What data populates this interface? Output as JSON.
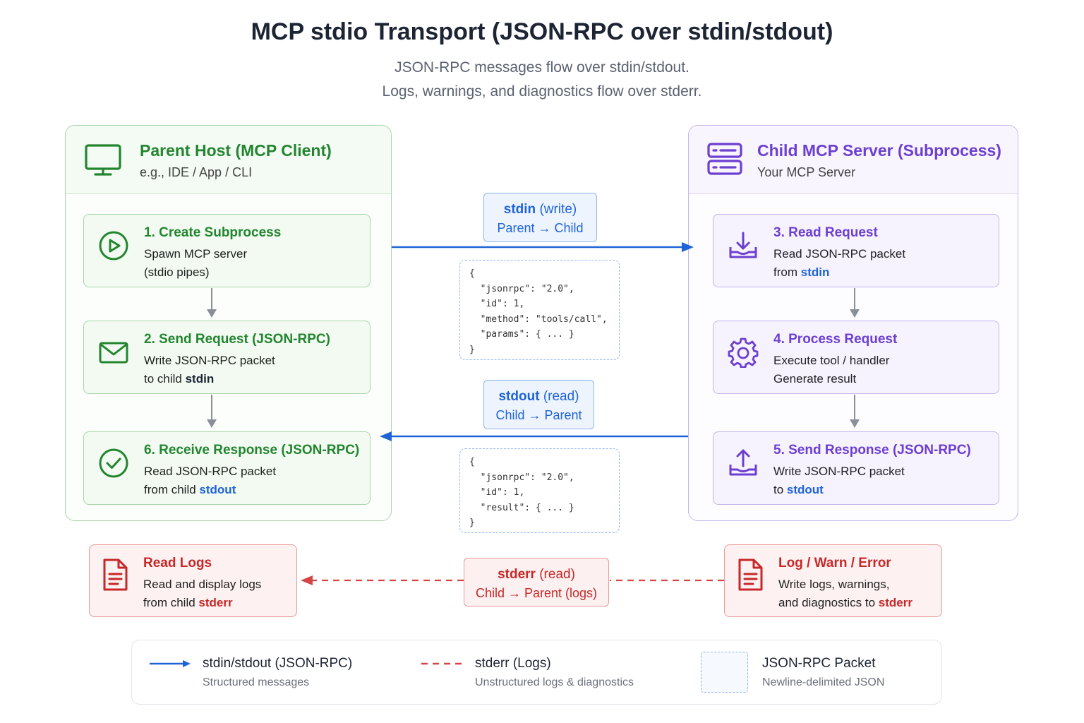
{
  "title": "MCP stdio Transport (JSON-RPC over stdin/stdout)",
  "subtitle": {
    "line1": "JSON-RPC messages flow over stdin/stdout.",
    "line2": "Logs, warnings, and diagnostics flow over stderr."
  },
  "host": {
    "title": "Parent Host (MCP Client)",
    "subtitle": "e.g., IDE / App / CLI",
    "steps": [
      {
        "title": "1. Create Subprocess",
        "line1": "Spawn MCP server",
        "line2": "(stdio pipes)"
      },
      {
        "title": "2. Send Request (JSON-RPC)",
        "line1": "Write JSON-RPC packet",
        "line2_pre": "to child ",
        "line2_hl": "stdin"
      },
      {
        "title": "6. Receive Response (JSON-RPC)",
        "line1": "Read JSON-RPC packet",
        "line2_pre": "from child ",
        "line2_hl": "stdout"
      }
    ]
  },
  "server": {
    "title": "Child MCP Server (Subprocess)",
    "subtitle": "Your MCP Server",
    "steps": [
      {
        "title": "3. Read Request",
        "line1": "Read JSON-RPC packet",
        "line2_pre": "from ",
        "line2_hl": "stdin"
      },
      {
        "title": "4. Process Request",
        "line1": "Execute tool / handler",
        "line2": "Generate result"
      },
      {
        "title": "5. Send Response (JSON-RPC)",
        "line1": "Write JSON-RPC packet",
        "line2_pre": "to ",
        "line2_hl": "stdout"
      }
    ]
  },
  "channels": {
    "stdin": {
      "name": "stdin",
      "mode": "(write)",
      "direction": "Parent → Child"
    },
    "stdout": {
      "name": "stdout",
      "mode": "(read)",
      "direction": "Child → Parent"
    },
    "stderr": {
      "name": "stderr",
      "mode": "(read)",
      "direction": "Child → Parent (logs)"
    }
  },
  "packets": {
    "request": [
      "{",
      "  \"jsonrpc\": \"2.0\",",
      "  \"id\": 1,",
      "  \"method\": \"tools/call\",",
      "  \"params\": { ... }",
      "}"
    ],
    "response": [
      "{",
      "  \"jsonrpc\": \"2.0\",",
      "  \"id\": 1,",
      "  \"result\": { ... }",
      "}"
    ]
  },
  "logs": {
    "read": {
      "title": "Read Logs",
      "line1": "Read and display logs",
      "line2_pre": "from child ",
      "line2_hl": "stderr"
    },
    "write": {
      "title": "Log / Warn / Error",
      "line1": "Write logs, warnings,",
      "line2_pre": "and diagnostics to ",
      "line2_hl": "stderr"
    }
  },
  "legend": {
    "solid": {
      "label": "stdin/stdout (JSON-RPC)",
      "sub": "Structured messages"
    },
    "dashed": {
      "label": "stderr (Logs)",
      "sub": "Unstructured logs & diagnostics"
    },
    "packet": {
      "label": "JSON-RPC Packet",
      "sub": "Newline-delimited JSON"
    }
  },
  "colors": {
    "host_green": "#23852f",
    "server_purple": "#6c3fd0",
    "json_rpc_blue": "#1f64d6",
    "stderr_red": "#c62828"
  },
  "icons": {
    "host": "monitor-icon",
    "server": "server-rack-icon",
    "step1": "play-circle-icon",
    "step2": "envelope-icon",
    "step6": "check-circle-icon",
    "step3": "download-tray-icon",
    "step4": "gear-icon",
    "step5": "upload-tray-icon",
    "logs": "document-icon"
  }
}
